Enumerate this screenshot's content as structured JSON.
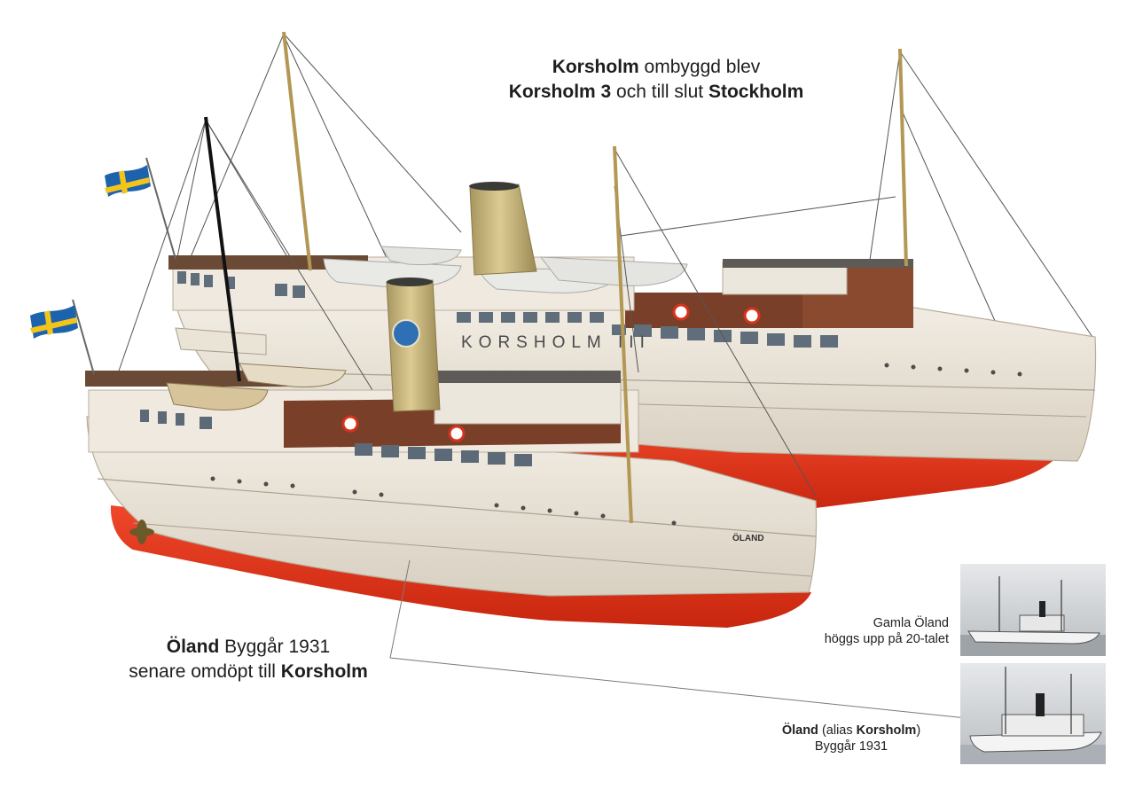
{
  "top_caption": {
    "line1_bold": "Korsholm",
    "line1_rest": " ombyggd blev",
    "line2_bold_a": "Korsholm 3",
    "line2_mid": " och till slut ",
    "line2_bold_b": "Stockholm"
  },
  "bottom_caption": {
    "line1_bold": "Öland",
    "line1_rest": " Byggår 1931",
    "line2_rest": "senare omdöpt till ",
    "line2_bold": "Korsholm"
  },
  "photo1_caption": {
    "line1": "Gamla Öland",
    "line2": "höggs upp på 20-talet"
  },
  "photo2_caption": {
    "line1_bold_a": "Öland",
    "line1_mid": " (alias ",
    "line1_bold_b": "Korsholm",
    "line1_end": ")",
    "line2": "Byggår 1931"
  },
  "ship_back": {
    "hull_name": "KORSHOLM III"
  },
  "ship_front": {
    "bow_name": "ÖLAND"
  },
  "colors": {
    "hull_red": "#e8381f",
    "hull_white": "#ece6da",
    "deckhouse_brown": "#7a3f28",
    "funnel_beige": "#c9b77c",
    "flag_blue": "#1d62ad",
    "flag_yellow": "#f3c51b"
  }
}
